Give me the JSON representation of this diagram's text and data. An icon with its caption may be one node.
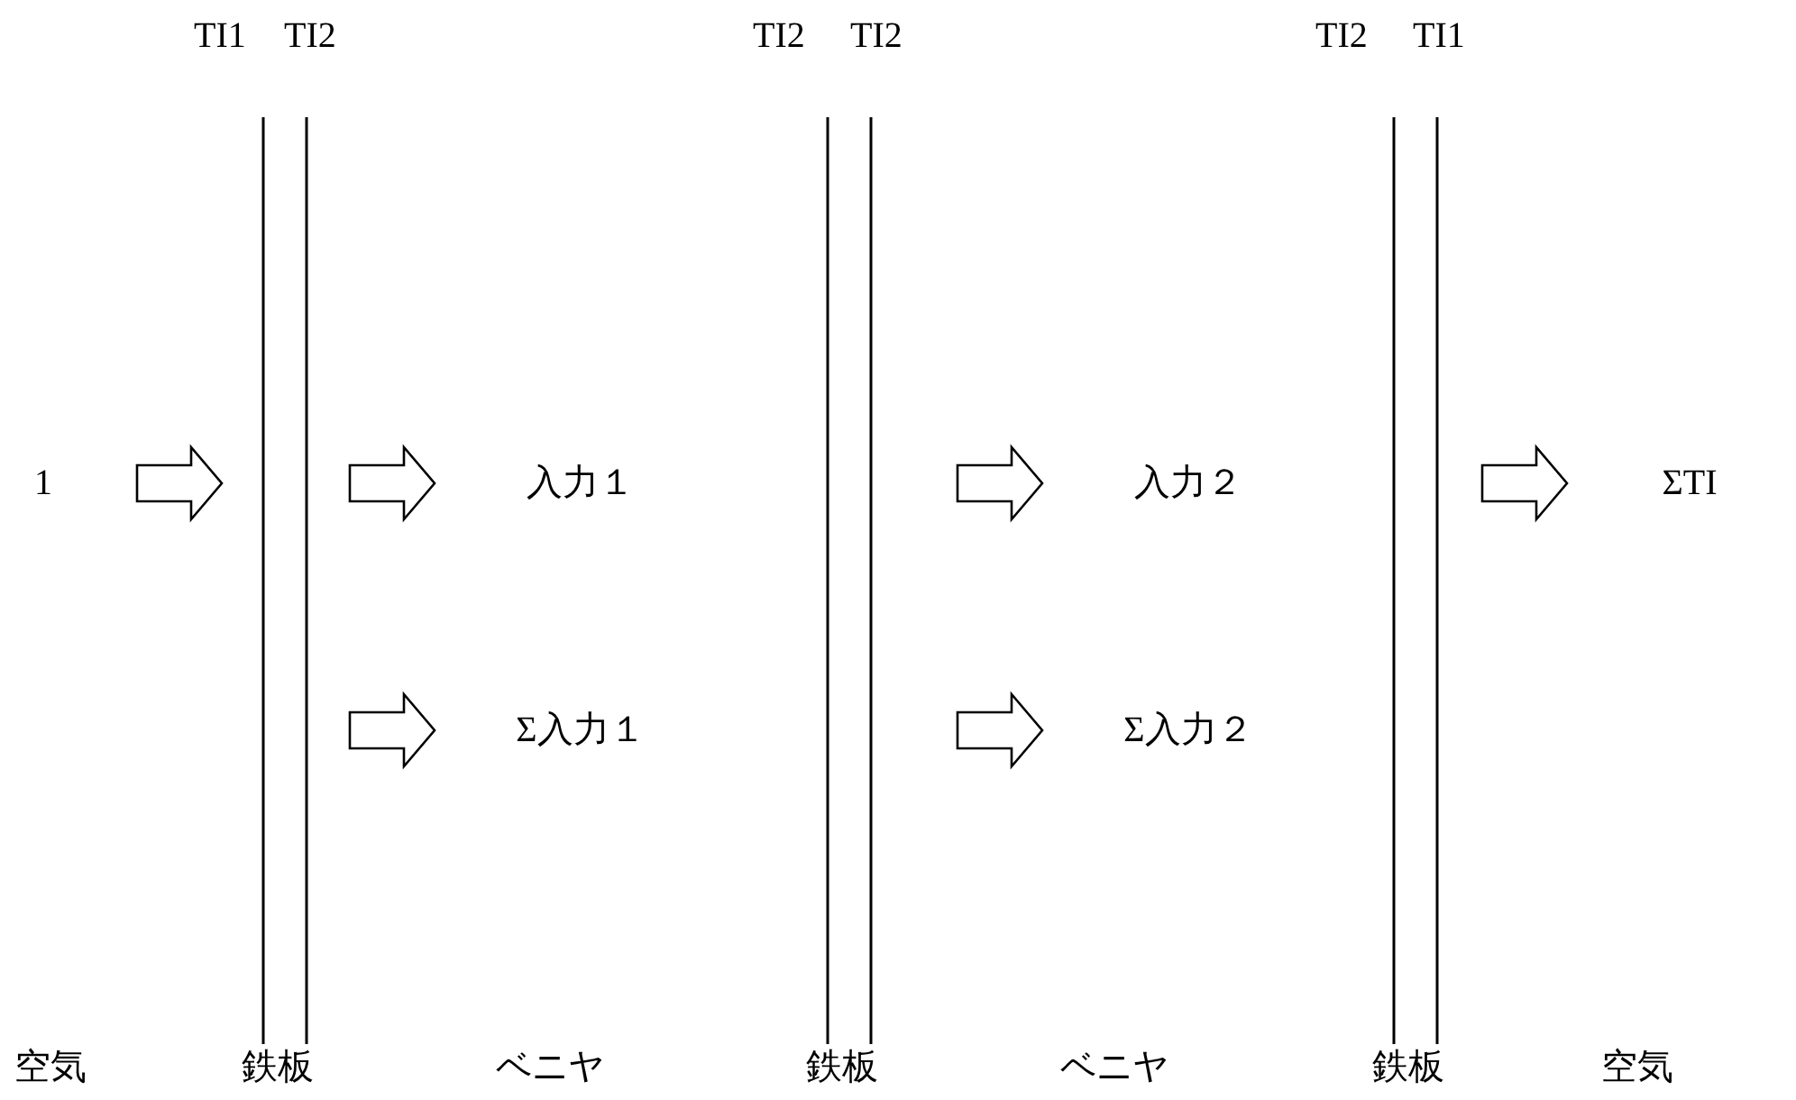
{
  "diagram": {
    "labels": [
      "TI1",
      "TI2",
      "TI2",
      "TI2",
      "TI2",
      "TI1",
      "1",
      "入力１",
      "入力２",
      "ΣTI",
      "Σ入力１",
      "Σ入力２",
      "空気",
      "鉄板",
      "ベニヤ",
      "鉄板",
      "ベニヤ",
      "鉄板",
      "空気"
    ]
  }
}
